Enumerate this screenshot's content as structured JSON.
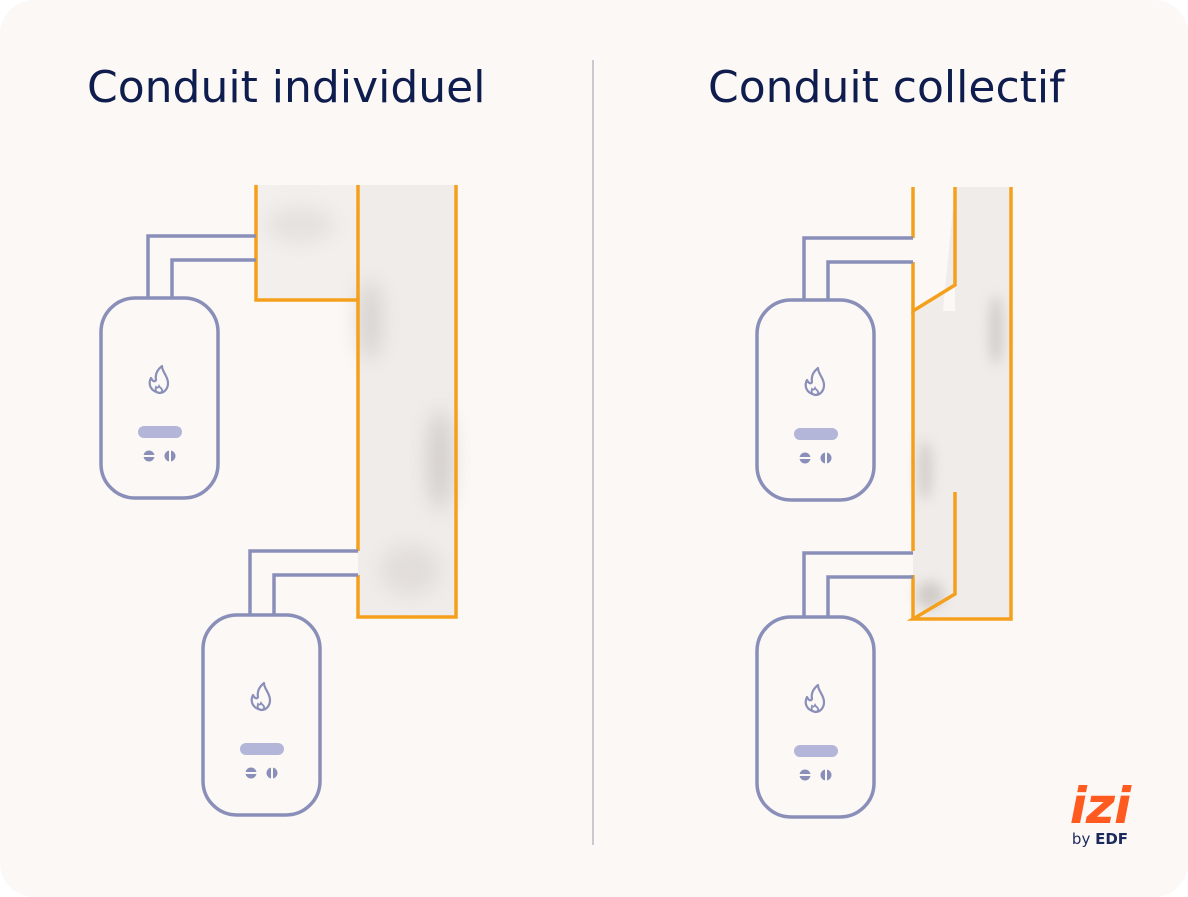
{
  "left_panel": {
    "title": "Conduit individuel"
  },
  "right_panel": {
    "title": "Conduit collectif"
  },
  "brand": {
    "logo_text": "izi",
    "byline_prefix": "by",
    "byline_brand": "EDF"
  },
  "colors": {
    "background": "#fcf8f5",
    "title": "#0f1d4e",
    "boiler_outline": "#8a8fba",
    "boiler_display": "#b3b5d9",
    "flue_outline": "#f5a01c",
    "smoke": "#d9d6d2",
    "divider": "#c9c9cf",
    "logo": "#ff5a1f"
  },
  "icons": [
    "flame-icon",
    "dial-icon"
  ]
}
